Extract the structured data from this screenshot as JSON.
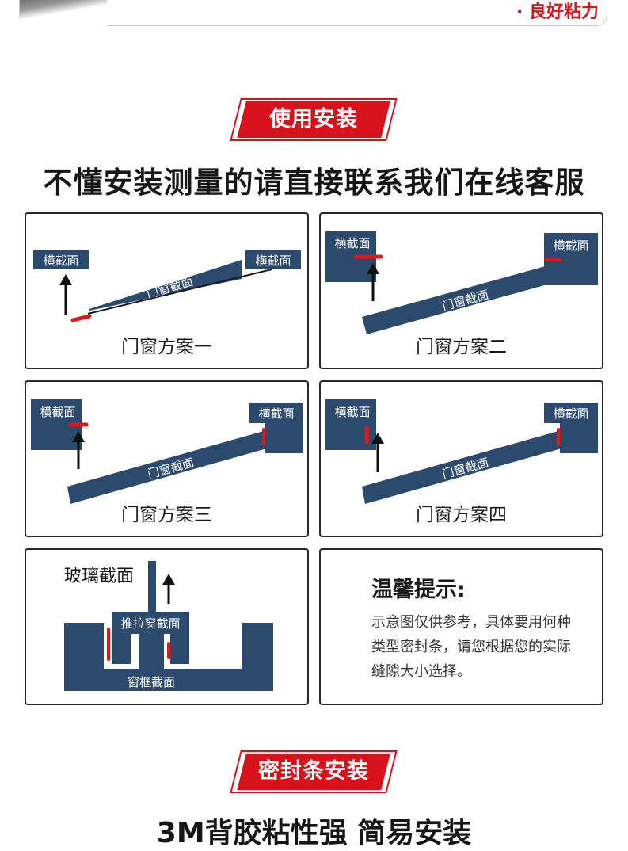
{
  "top_feature": "· 良好粘力",
  "section_install": "使用安装",
  "headline": "不懂安装测量的请直接联系我们在线客服",
  "labels": {
    "cross_section": "横截面",
    "door_window_section": "门窗截面",
    "glass_section": "玻璃截面",
    "sliding_window_section": "推拉窗截面",
    "window_frame_section": "窗框截面"
  },
  "plans": [
    "门窗方案一",
    "门窗方案二",
    "门窗方案三",
    "门窗方案四"
  ],
  "tip": {
    "title": "温馨提示:",
    "body": "示意图仅供参考，具体要用何种类型密封条，请您根据您的实际缝隙大小选择。"
  },
  "section_seal": "密封条安装",
  "bottom_headline": "3M背胶粘性强 简易安装",
  "colors": {
    "brand_red": "#d8121a",
    "navy": "#2c4a6e",
    "seal_red": "#e01818"
  }
}
